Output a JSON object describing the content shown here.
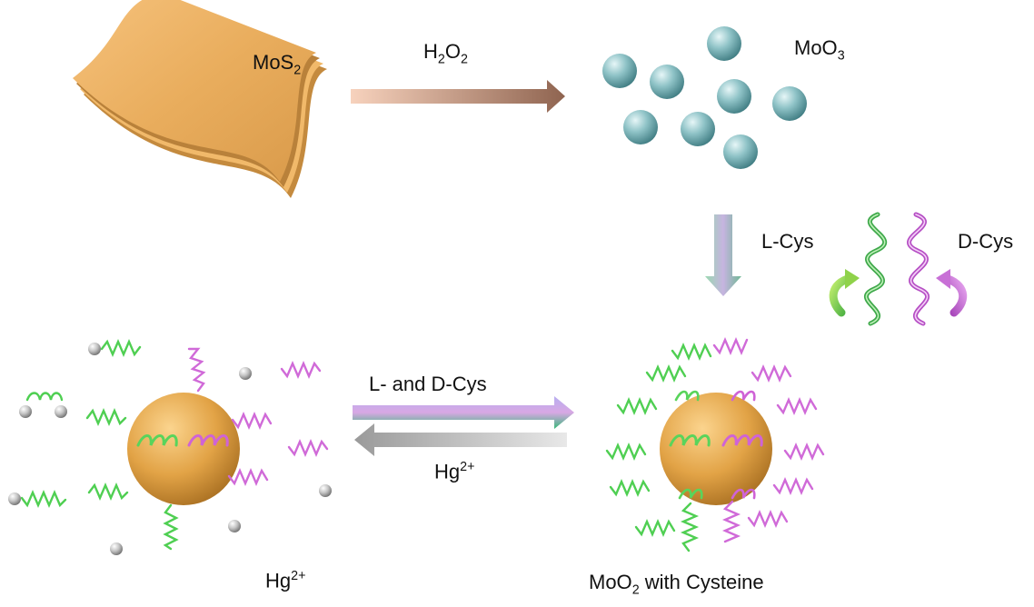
{
  "labels": {
    "mos2": {
      "base": "MoS",
      "sub": "2"
    },
    "h2o2": {
      "h": "H",
      "sub1": "2",
      "o": "O",
      "sub2": "2"
    },
    "moo3": {
      "base": "MoO",
      "sub": "3"
    },
    "lcys": "L-Cys",
    "dcys": "D-Cys",
    "forward": "L- and D-Cys",
    "reverse": {
      "base": "Hg",
      "sup": "2+"
    },
    "hg_bottom": {
      "base": "Hg",
      "sup": "2+"
    },
    "product": {
      "base": "MoO",
      "sub": "2",
      "rest": " with Cysteine"
    }
  },
  "colors": {
    "sheet": "#e9ad5d",
    "sphere_teal": "#7fb3b8",
    "gold_sphere": "#e2a346",
    "green_helix": "#59d45b",
    "pink_helix": "#cf63d6",
    "arrow_brown": "#9b6e5a",
    "grey_ion": "#b8b8b8"
  }
}
